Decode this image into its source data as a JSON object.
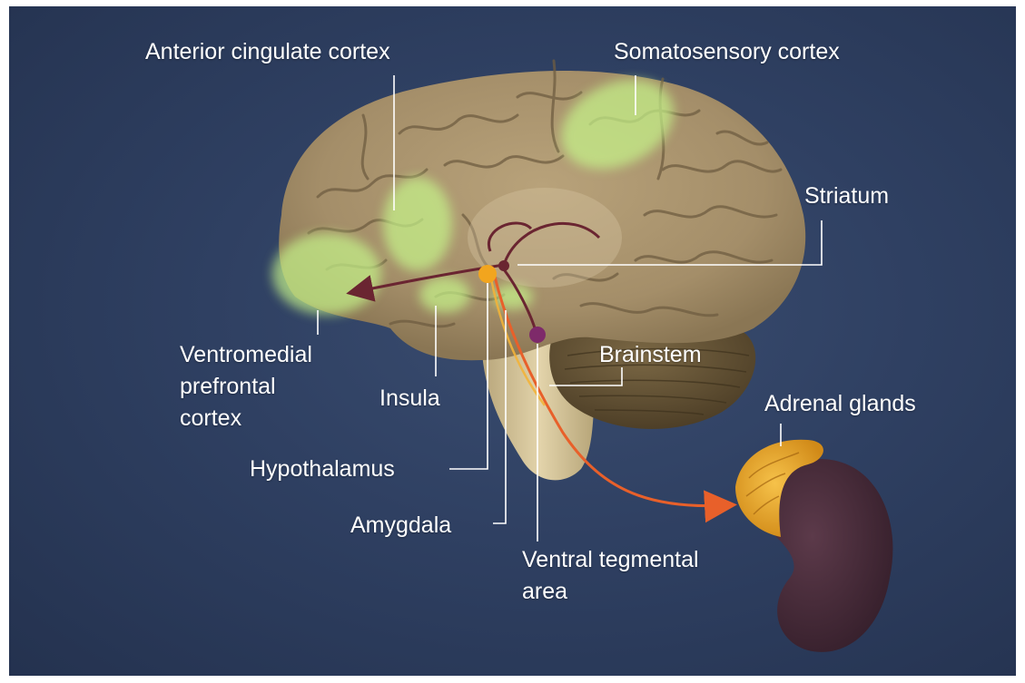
{
  "labels": {
    "anterior_cingulate": "Anterior cingulate cortex",
    "somatosensory": "Somatosensory cortex",
    "striatum": "Striatum",
    "brainstem": "Brainstem",
    "adrenal": "Adrenal glands",
    "vmpfc_line1": "Ventromedial",
    "vmpfc_line2": "prefrontal",
    "vmpfc_line3": "cortex",
    "insula": "Insula",
    "hypothalamus": "Hypothalamus",
    "amygdala": "Amygdala",
    "vta_line1": "Ventral tegmental",
    "vta_line2": "area"
  },
  "colors": {
    "background": "#2f4062",
    "brain": "#a48e69",
    "highlight": "#c6f58a",
    "cerebellum": "#6c5a3c",
    "brainstem": "#cdbb8e",
    "adrenal": "#e8a72c",
    "kidney": "#4b2e3c",
    "pathway": "#6a2531",
    "hormone_arrow": "#e8602a",
    "amygdala_dot": "#f2a51e",
    "vta_dot": "#7e2a6a"
  }
}
